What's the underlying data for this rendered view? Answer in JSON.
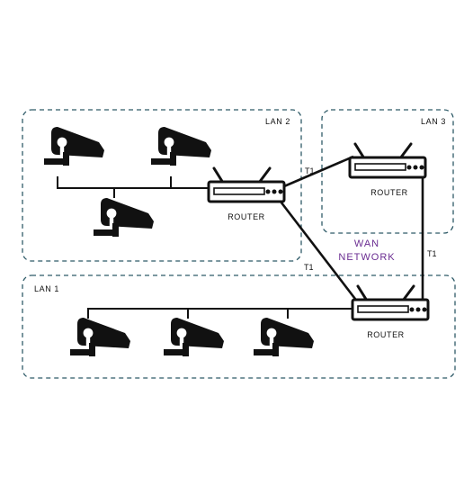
{
  "diagram": {
    "colors": {
      "line": "#111111",
      "lan_border": "#2f5b68",
      "wan_text": "#6a2c91",
      "background": "#ffffff"
    },
    "lans": [
      {
        "id": "lan2",
        "label": "LAN 2"
      },
      {
        "id": "lan3",
        "label": "LAN 3"
      },
      {
        "id": "lan1",
        "label": "LAN 1"
      }
    ],
    "routers": [
      {
        "id": "router-lan2",
        "label": "ROUTER"
      },
      {
        "id": "router-lan3",
        "label": "ROUTER"
      },
      {
        "id": "router-lan1",
        "label": "ROUTER"
      }
    ],
    "wan": {
      "line1": "WAN",
      "line2": "NETWORK"
    },
    "links": [
      {
        "from": "router-lan2",
        "to": "router-lan3",
        "label": "T1"
      },
      {
        "from": "router-lan2",
        "to": "router-lan1",
        "label": "T1"
      },
      {
        "from": "router-lan3",
        "to": "router-lan1",
        "label": "T1"
      }
    ],
    "device_icons": {
      "camera": "security-camera-icon",
      "router": "router-icon"
    },
    "camera_counts": {
      "lan1": 3,
      "lan2": 3,
      "lan3": 0
    }
  }
}
